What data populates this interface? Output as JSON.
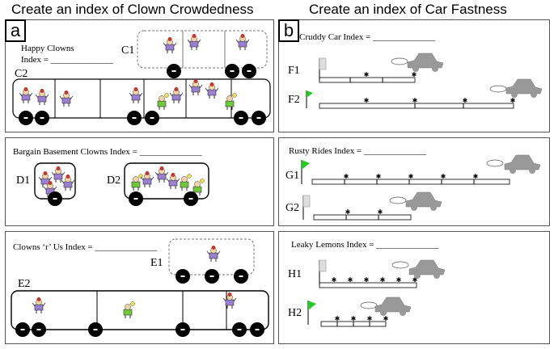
{
  "headings": {
    "left": "Create an index of Clown Crowdedness",
    "right": "Create an index of Car Fastness"
  },
  "panel_tags": {
    "a": "a",
    "b": "b"
  },
  "clowns": {
    "top": {
      "title_line1": "Happy Clowns",
      "title_line2": "Index = ______________",
      "c1": "C1",
      "c2": "C2"
    },
    "middle": {
      "title": "Bargain Basement Clowns Index = ______________",
      "d1": "D1",
      "d2": "D2"
    },
    "bottom": {
      "title": "Clowns ‘r’ Us Index = ______________",
      "e1": "E1",
      "e2": "E2"
    }
  },
  "cars": {
    "top": {
      "title": "Cruddy Car Index = ______________",
      "f1": "F1",
      "f2": "F2"
    },
    "middle": {
      "title": "Rusty Rides Index = ______________",
      "g1": "G1",
      "g2": "G2"
    },
    "bottom": {
      "title": "Leaky Lemons Index = ______________",
      "h1": "H1",
      "h2": "H2"
    }
  },
  "colors": {
    "flag_green": "#22cc22",
    "car_gray": "#999999",
    "clown_purple": "#9a7fd1"
  },
  "icons": [
    "clown-icon",
    "wheel-icon",
    "car-icon",
    "flag-icon",
    "exhaust-cloud-icon",
    "star-marker-icon"
  ]
}
